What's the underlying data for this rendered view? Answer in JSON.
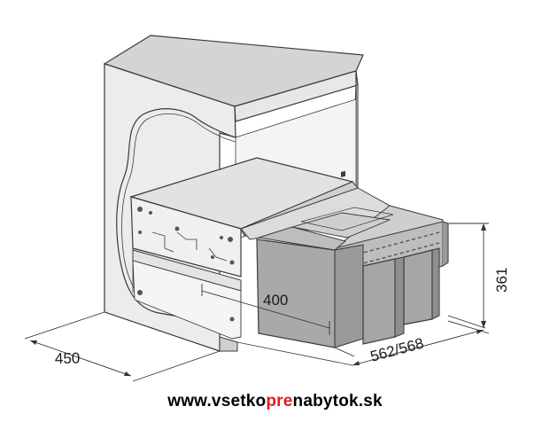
{
  "dimensions": {
    "depth_label": "450",
    "drawer_depth_label": "400",
    "width_label": "562/568",
    "height_label": "361"
  },
  "footer": {
    "prefix": "www.vsetko",
    "accent": "pre",
    "suffix": "nabytok.sk"
  },
  "colors": {
    "cabinet_face": "#e9e9e9",
    "cabinet_top": "#d9d9d9",
    "bin_gray": "#a9a9a9",
    "bin_dark": "#8e8e8e",
    "accent_red": "#e11b1b",
    "line": "#3a3a3a"
  }
}
